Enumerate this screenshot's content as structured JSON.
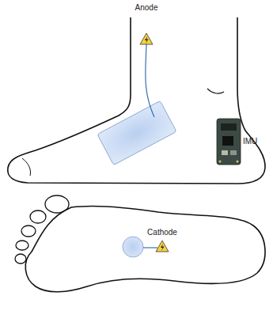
{
  "diagram": {
    "labels": [
      "Anode",
      "IMU",
      "Cathode"
    ]
  }
}
